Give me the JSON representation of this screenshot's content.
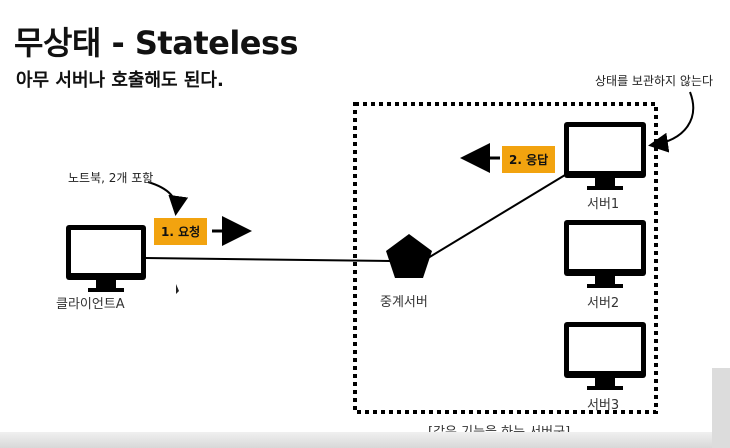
{
  "header": {
    "title": "무상태 - Stateless",
    "subtitle": "아무 서버나 호출해도 된다."
  },
  "notes": {
    "stateless_note": "상태를 보관하지 않는다",
    "laptop_note": "노트북, 2개 포함"
  },
  "tags": {
    "request": "1. 요청",
    "response": "2. 응답"
  },
  "nodes": {
    "client": "클라이언트A",
    "proxy": "중계서버",
    "server1": "서버1",
    "server2": "서버2",
    "server3": "서버3"
  },
  "group_label": "[같은 기능을 하는 서버군]",
  "colors": {
    "tag": "#f2a30f",
    "stroke": "#000000"
  }
}
